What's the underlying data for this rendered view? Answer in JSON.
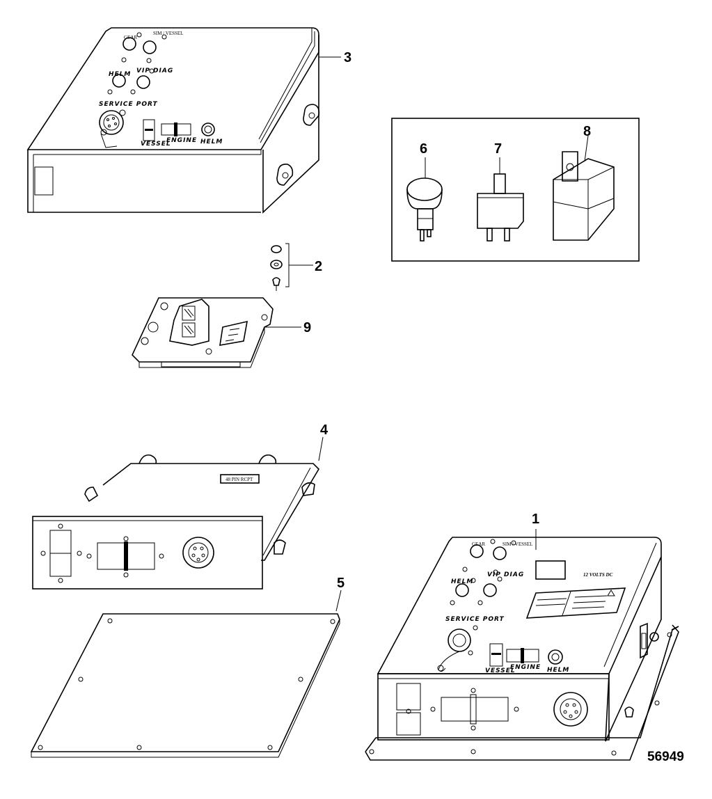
{
  "callouts": {
    "c1": "1",
    "c2": "2",
    "c3": "3",
    "c4": "4",
    "c5": "5",
    "c6": "6",
    "c7": "7",
    "c8": "8",
    "c9": "9"
  },
  "module_labels": {
    "gear": "GEAR",
    "sim_vessel": "SIM / VESSEL",
    "helm": "HELM",
    "vip_diag": "VIP DIAG",
    "service_port": "SERVICE PORT",
    "vessel": "VESSEL",
    "engine": "ENGINE",
    "helm_conn": "HELM",
    "rcpt": "48 PIN RCPT",
    "volts": "12 VOLTS DC"
  },
  "figure_number": "56949"
}
